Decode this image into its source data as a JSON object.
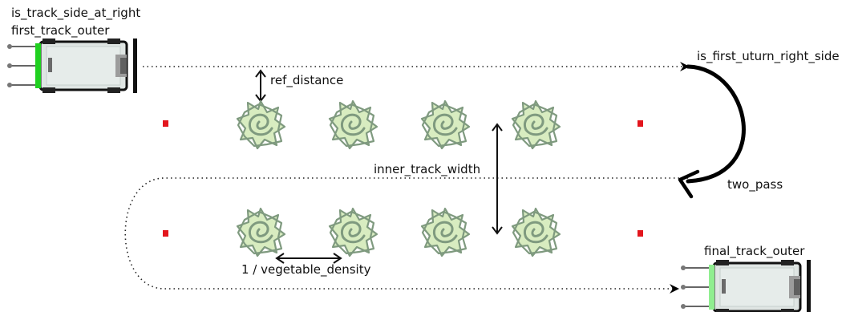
{
  "labels": {
    "is_track_side": "is_track_side_at_right",
    "first_track_outer": "first_track_outer",
    "is_first_uturn": "is_first_uturn_right_side",
    "ref_distance": "ref_distance",
    "inner_track_width": "inner_track_width",
    "two_pass": "two_pass",
    "vegetable_density": "1 / vegetable_density",
    "final_track_outer": "final_track_outer"
  },
  "colors": {
    "plant_stroke": "#7f9a7f",
    "plant_fill": "#d8ecc0",
    "marker": "#e3161d",
    "robot_body": "#dfe5e3",
    "robot_green_first": "#1fd01f",
    "robot_green_final": "#90ee90"
  },
  "icons": [
    "robot-icon",
    "plant-icon",
    "corner-marker"
  ]
}
